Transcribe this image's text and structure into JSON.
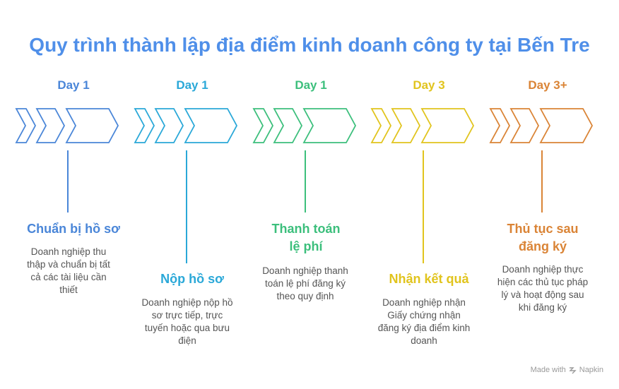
{
  "title": "Quy trình thành lập địa điểm kinh doanh công ty tại Bến Tre",
  "steps": [
    {
      "day": "Day 1",
      "heading": "Chuẩn bị hồ sơ",
      "description": "Doanh nghiệp thu thập và chuẩn bị tất cả các tài liệu cần thiết",
      "color": "#4a86d8"
    },
    {
      "day": "Day 1",
      "heading": "Nộp hồ sơ",
      "description": "Doanh nghiệp nộp hồ sơ trực tiếp, trực tuyến hoặc qua bưu điện",
      "color": "#2aa8d8"
    },
    {
      "day": "Day 1",
      "heading": "Thanh toán lệ phí",
      "description": "Doanh nghiệp thanh toán lệ phí đăng ký theo quy định",
      "color": "#3cbf7c"
    },
    {
      "day": "Day 3",
      "heading": "Nhận kết quả",
      "description": "Doanh nghiệp nhận Giấy chứng nhận đăng ký địa điểm kinh doanh",
      "color": "#e1c41d"
    },
    {
      "day": "Day 3+",
      "heading": "Thủ tục sau đăng ký",
      "description": "Doanh nghiệp thực hiện các thủ tục pháp lý và hoạt động sau khi đăng ký",
      "color": "#da8436"
    }
  ],
  "footer": {
    "made_with": "Made with",
    "brand": "Napkin"
  }
}
